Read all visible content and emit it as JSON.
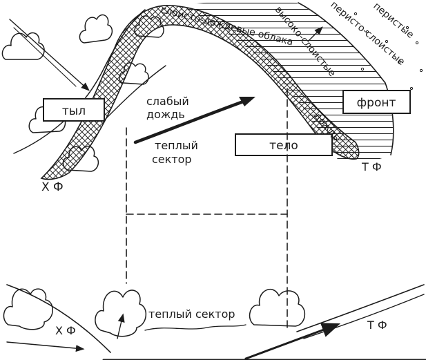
{
  "labels": {
    "rear": "тыл",
    "front": "фронт",
    "body": "тело",
    "light_rain": "слабый дождь",
    "light_rain_line1": "слабый",
    "light_rain_line2": "дождь",
    "warm_sector": "теплый сектор",
    "warm_sector_line1": "теплый",
    "warm_sector_line2": "сектор",
    "warm_sector_ground": "теплый сектор",
    "cold_front_top": "Х Ф",
    "cold_front_bottom": "Х Ф",
    "warm_front_top": "Т Ф",
    "warm_front_bottom": "Т Ф",
    "ns_clouds": "слоисто-дождевые облака",
    "as_clouds": "высоко-слоистые",
    "cs_clouds": "перисто-слоистые",
    "ci_clouds": "перистые",
    "rain": "дождь"
  },
  "colors": {
    "ink": "#1c1c1c",
    "paper": "#ffffff"
  }
}
